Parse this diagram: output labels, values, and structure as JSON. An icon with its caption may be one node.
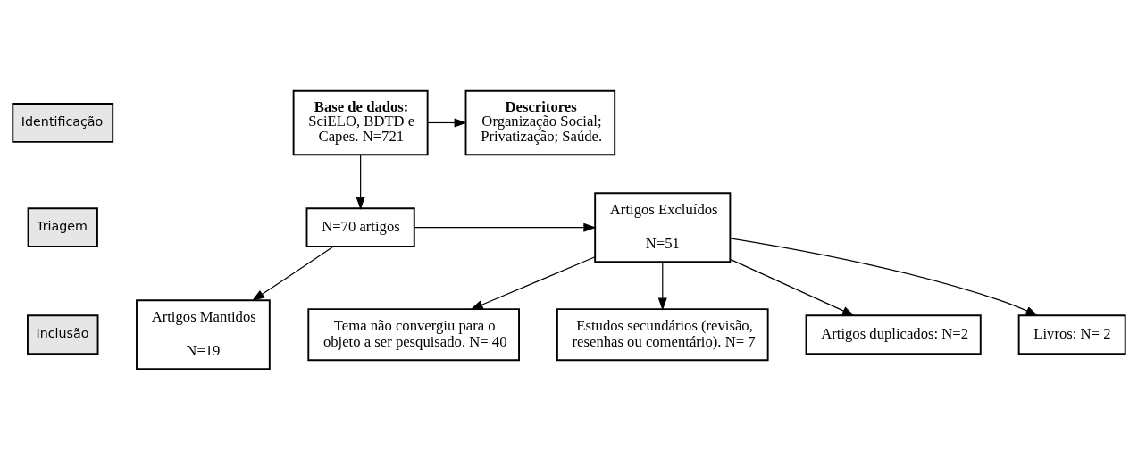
{
  "diagram": {
    "nodes": [
      {
        "text": [
          "Identificação"
        ]
      },
      {
        "text": [
          "Triagem"
        ]
      },
      {
        "text": [
          "Inclusão"
        ]
      },
      {
        "text": [
          "Base de dados:",
          "SciELO, BDTD e Capes. N=721"
        ]
      },
      {
        "text": [
          "Descritores",
          "Organização Social; Privatização; Saúde."
        ]
      },
      {
        "text": [
          "N=70 artigos"
        ]
      },
      {
        "text": [
          "Artigos Mantidos",
          "N=19"
        ]
      },
      {
        "text": [
          "Artigos Excluídos",
          "N=51"
        ]
      },
      {
        "text": [
          "Tema não convergiu para o objeto a ser pesquisado. N= 40"
        ]
      },
      {
        "text": [
          "Estudos secundários (revisão, resenhas ou comentário). N= 7"
        ]
      },
      {
        "text": [
          "Artigos duplicados: N=2"
        ]
      },
      {
        "text": [
          "Livros: N= 2"
        ]
      }
    ],
    "edges": [
      {
        "from": 3,
        "to": 4,
        "arrow": "to"
      },
      {
        "from": 3,
        "to": 5,
        "arrow": "to"
      },
      {
        "from": 5,
        "to": 6,
        "arrow": "to"
      },
      {
        "from": 5,
        "to": 7,
        "arrow": "to"
      },
      {
        "from": 7,
        "to": 8,
        "arrow": "to"
      },
      {
        "from": 7,
        "to": 9,
        "arrow": "to"
      },
      {
        "from": 7,
        "to": 10,
        "arrow": "to"
      },
      {
        "from": 7,
        "to": 11,
        "arrow": "to"
      }
    ]
  }
}
